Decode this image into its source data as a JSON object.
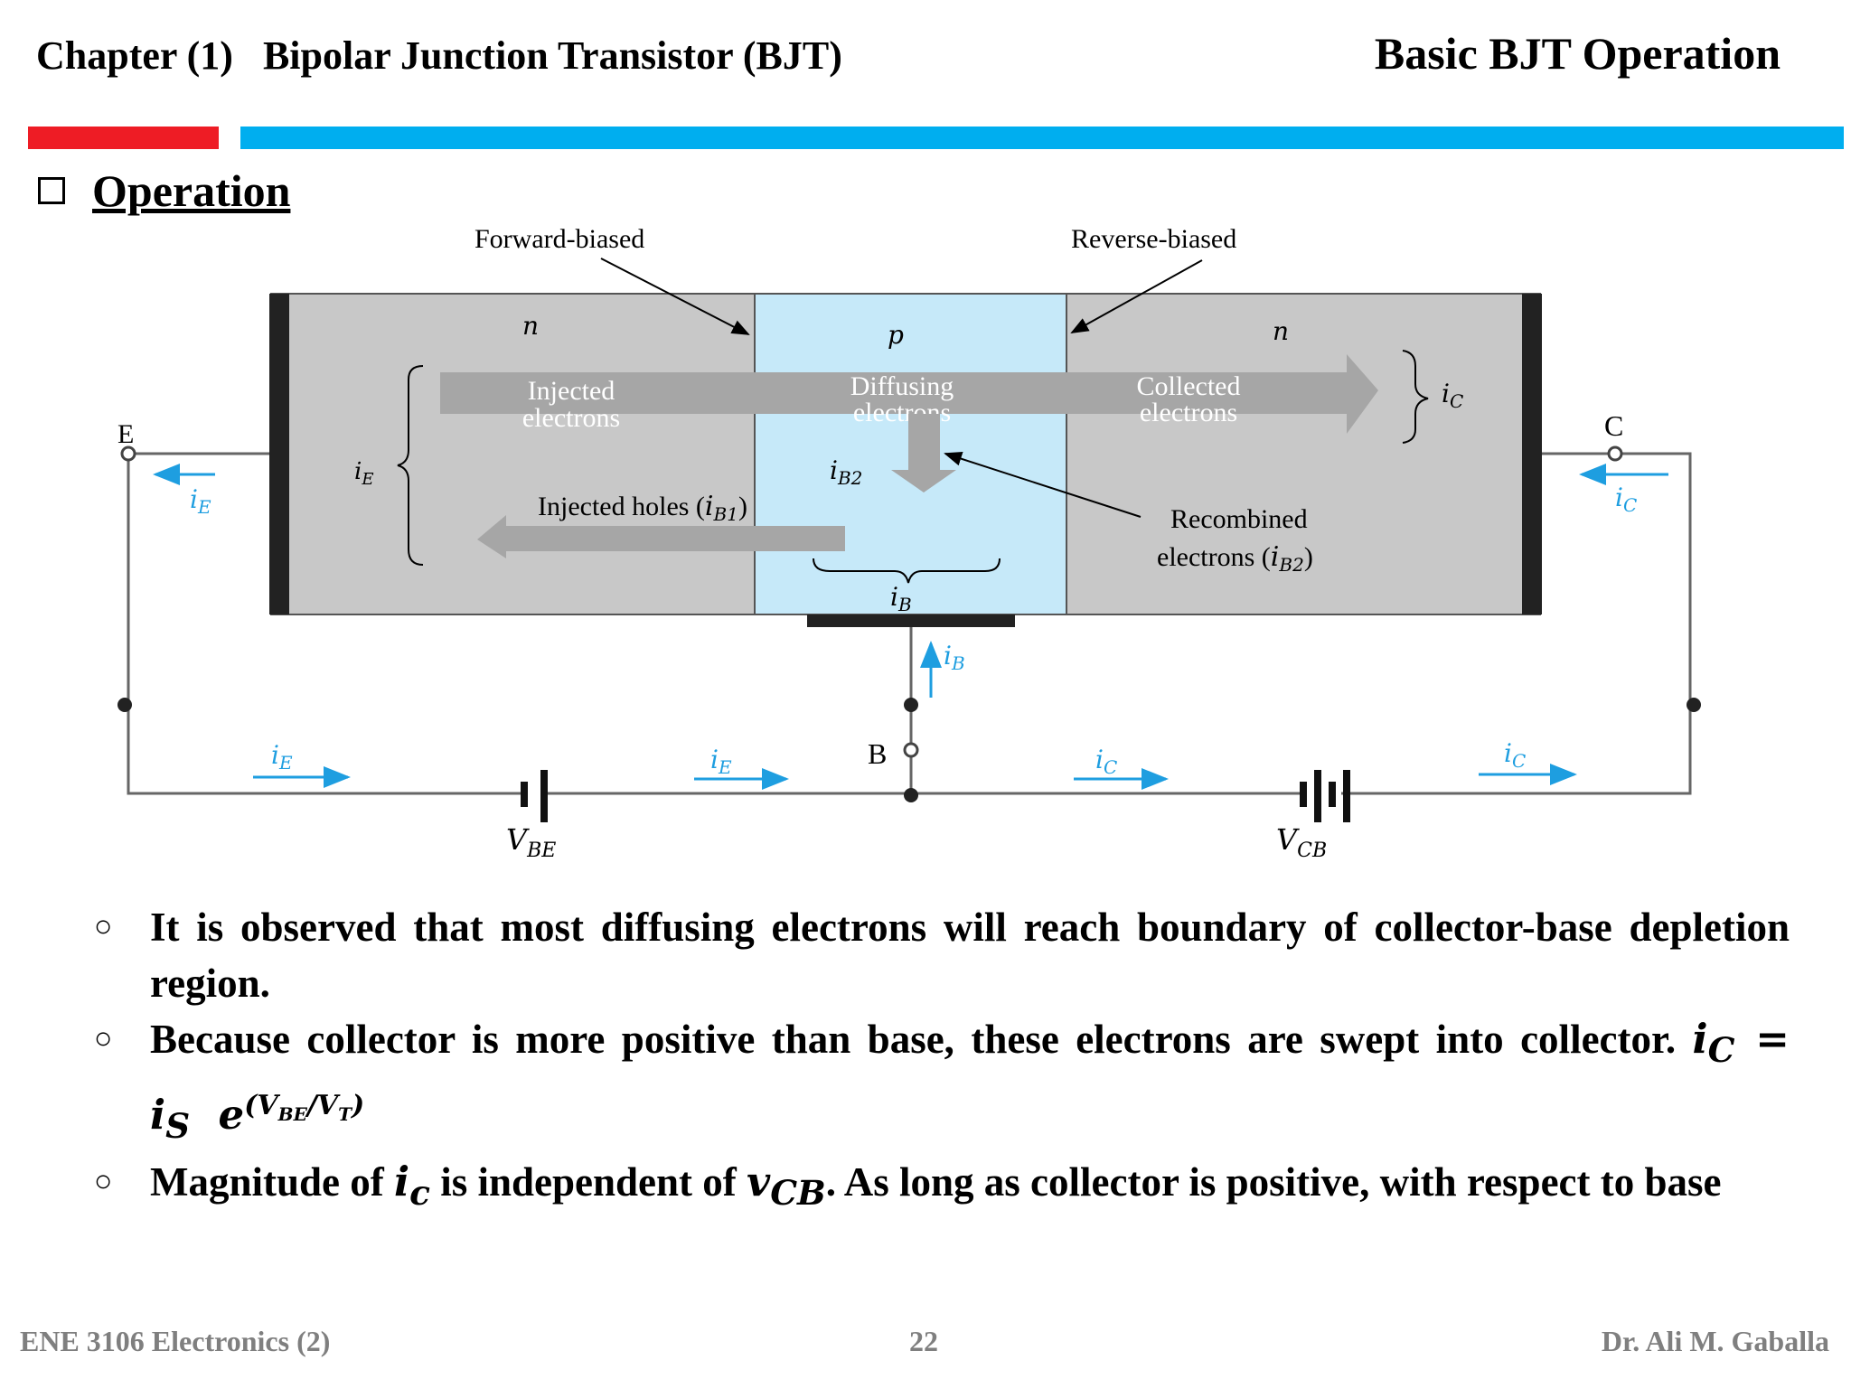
{
  "header": {
    "chapter": "Chapter (1)   Bipolar Junction Transistor (BJT)",
    "topic": "Basic BJT Operation"
  },
  "section": {
    "title": "Operation"
  },
  "diagram": {
    "forward_biased": "Forward-biased",
    "reverse_biased": "Reverse-biased",
    "region_n_left": "n",
    "region_p": "p",
    "region_n_right": "n",
    "injected_electrons": [
      "Injected",
      "electrons"
    ],
    "diffusing_electrons": [
      "Diffusing",
      "electrons"
    ],
    "collected_electrons": [
      "Collected",
      "electrons"
    ],
    "injected_holes": "Injected holes (",
    "recombined_electrons": [
      "Recombined",
      "electrons ("
    ],
    "terminal_e": "E",
    "terminal_c": "C",
    "terminal_b": "B",
    "v_be": "V",
    "v_be_sub": "BE",
    "v_cb": "V",
    "v_cb_sub": "CB",
    "i_letter": "i",
    "sub_e": "E",
    "sub_c": "C",
    "sub_b": "B",
    "sub_b1": "B1",
    "sub_b2": "B2",
    "close_paren": ")",
    "colors": {
      "emitter_collector": "#c8c8c8",
      "base": "#c6e9f9",
      "arrow_gray": "#a6a6a6",
      "current_blue": "#1e9ee0"
    }
  },
  "bullets": [
    {
      "text": "It is observed that most diffusing electrons will reach boundary of collector-base depletion region."
    },
    {
      "text": "Because collector is more positive than base, these electrons are swept into collector.",
      "formula_lhs": "i",
      "formula_lhs_sub": "C",
      "formula_eq": " = ",
      "formula_rhs": "i",
      "formula_rhs_sub": "S",
      "formula_exp_base": "e",
      "formula_exp": "(V",
      "formula_exp_sub1": "BE",
      "formula_exp_mid": "/V",
      "formula_exp_sub2": "T",
      "formula_exp_end": ")"
    },
    {
      "text_a": "Magnitude of ",
      "var_i": "i",
      "var_i_sub": "c",
      "text_b": " is independent of ",
      "var_v": "v",
      "var_v_sub": "CB",
      "text_c": ". As long as collector is positive, with respect to base"
    }
  ],
  "footer": {
    "course": "ENE 3106 Electronics  (2)",
    "page": "22",
    "author": "Dr. Ali M. Gaballa"
  }
}
